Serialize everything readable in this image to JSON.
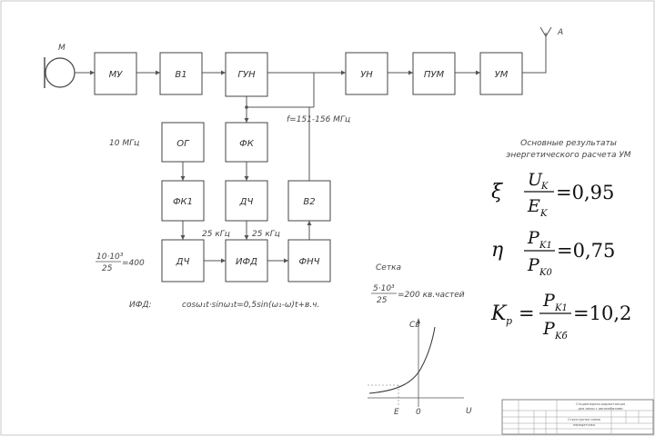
{
  "blocks": {
    "m": "M",
    "mu": "МУ",
    "v1": "В1",
    "gun": "ГУН",
    "un": "УН",
    "pum": "ПУМ",
    "um": "УМ",
    "og": "ОГ",
    "fk": "ФК",
    "fk1": "ФК1",
    "dch_mid": "ДЧ",
    "v2": "В2",
    "dch_low": "ДЧ",
    "ifd": "ИФД",
    "fnch": "ФНЧ"
  },
  "antenna_label": "А",
  "labels": {
    "freq_range": "f=151-156 МГц",
    "osc_freq": "10 МГц",
    "div1": "25 кГц",
    "div2": "25 кГц",
    "ratio_num": "10·10³",
    "ratio_den": "25",
    "ratio_eq": "=400",
    "ifd_label": "ИФД:",
    "ifd_formula": "cosω₁t·sinω₁t=0,5sin(ω₁-ω)t+в.ч."
  },
  "grid": {
    "title": "Сетка",
    "num": "5·10³",
    "den": "25",
    "eq": "=200 кв.частей"
  },
  "graph": {
    "ylabel": "Св",
    "xlabel": "U",
    "e_label": "E",
    "zero_label": "0"
  },
  "results": {
    "title_line1": "Основные результаты",
    "title_line2": "энергетического расчета УМ",
    "xi_sym": "ξ",
    "xi_num": "U",
    "xi_num_sub": "K",
    "xi_den": "E",
    "xi_den_sub": "K",
    "xi_val": "=0,95",
    "eta_sym": "η",
    "eta_num": "P",
    "eta_num_sub": "K1",
    "eta_den": "P",
    "eta_den_sub": "K0",
    "eta_val": "=0,75",
    "kp_sym": "K",
    "kp_sub": "p",
    "kp_eq": "=",
    "kp_num": "P",
    "kp_num_sub": "K1",
    "kp_den": "P",
    "kp_den_sub": "Kб",
    "kp_val": "=10,2"
  },
  "stamp": {
    "line1": "Стационарная радиостанция",
    "line2": "для связи с автомобилями",
    "line3": "Структурная схема",
    "line4": "передатчика"
  }
}
